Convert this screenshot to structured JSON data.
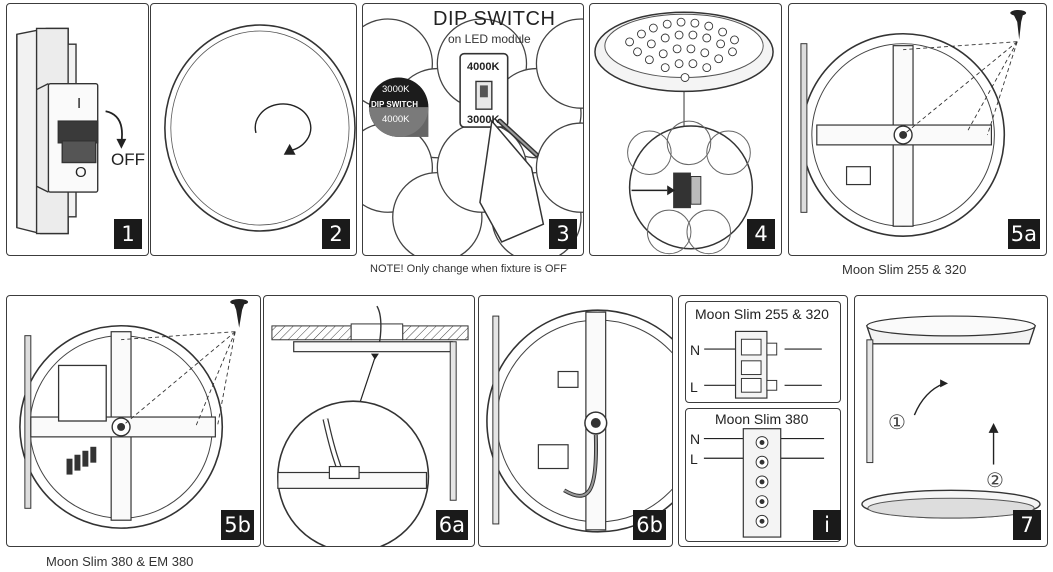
{
  "steps": {
    "s1": {
      "badge": "1",
      "switch_on": "I",
      "switch_off": "O",
      "action": "OFF"
    },
    "s2": {
      "badge": "2"
    },
    "s3": {
      "badge": "3",
      "title": "DIP SWITCH",
      "subtitle": "on LED module",
      "circle_top": "3000K",
      "circle_mid": "DIP SWITCH",
      "circle_bottom": "4000K",
      "switch_top": "4000K",
      "switch_bottom": "3000K"
    },
    "s4": {
      "badge": "4"
    },
    "s5a": {
      "badge": "5a"
    },
    "s5b": {
      "badge": "5b"
    },
    "s6a": {
      "badge": "6a"
    },
    "s6b": {
      "badge": "6b"
    },
    "si": {
      "badge": "i",
      "model_top": "Moon Slim 255 & 320",
      "model_bottom": "Moon Slim 380",
      "n": "N",
      "l": "L"
    },
    "s7": {
      "badge": "7",
      "step_one": "①",
      "step_two": "②"
    }
  },
  "captions": {
    "note": "NOTE! Only change when fixture is OFF",
    "models_5a": "Moon Slim 255 & 320",
    "models_5b": "Moon Slim 380 & EM 380"
  }
}
